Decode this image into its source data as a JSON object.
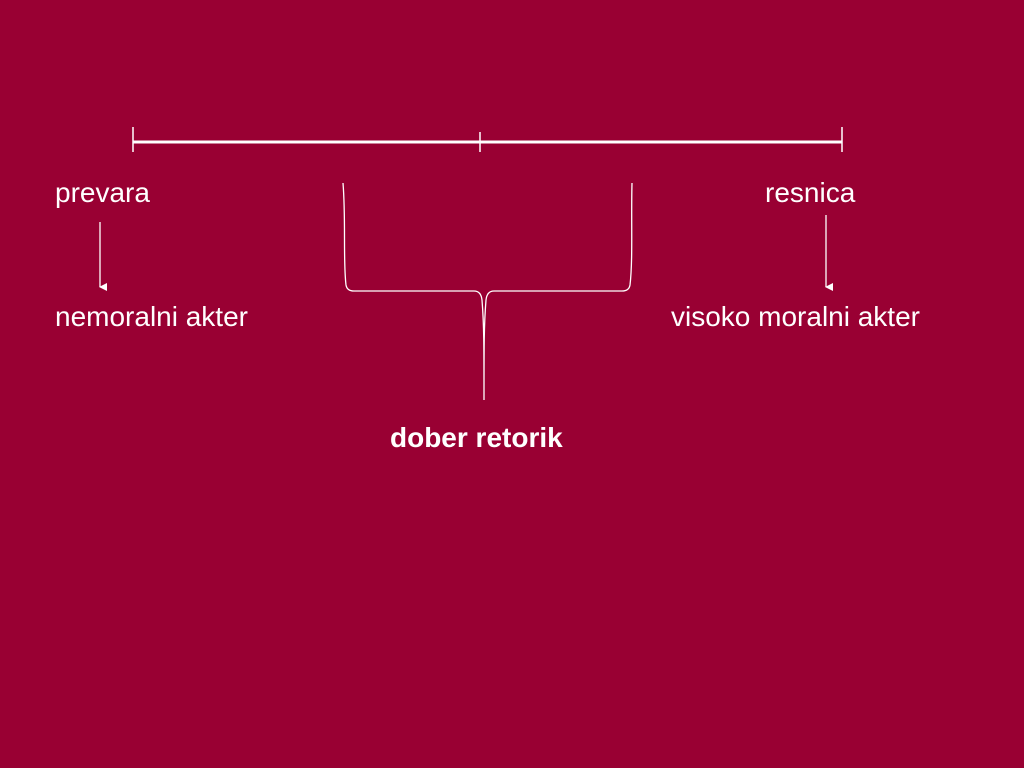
{
  "colors": {
    "background": "#990033",
    "foreground": "#ffffff"
  },
  "labels": {
    "left_top": "prevara",
    "right_top": "resnica",
    "left_bottom": "nemoralni akter",
    "right_bottom": "visoko moralni akter",
    "center": "dober retorik"
  }
}
